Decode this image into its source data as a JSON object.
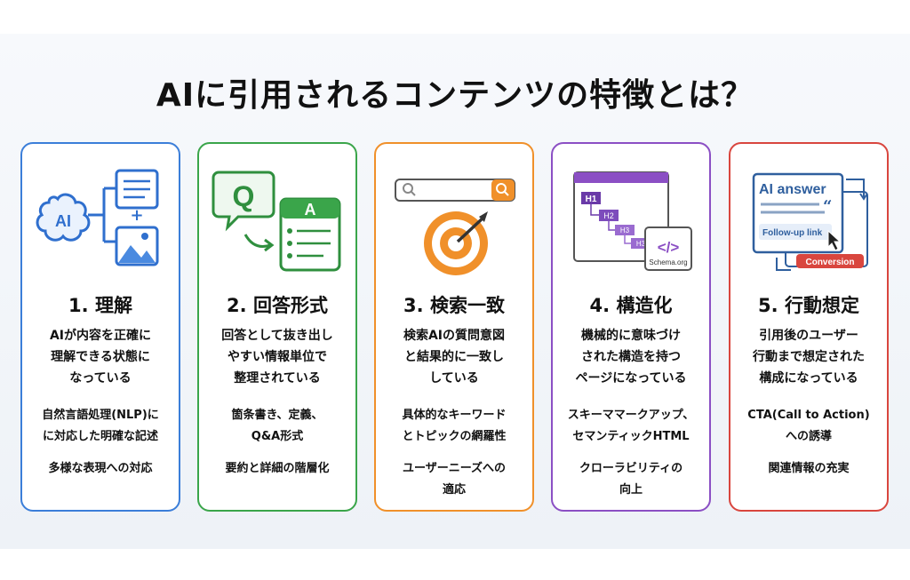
{
  "title": "AIに引用されるコンテンツの特徴とは？",
  "cards": [
    {
      "heading": "1. 理解",
      "desc1": [
        "AIが内容を正確に",
        "理解できる状態に",
        "なっている"
      ],
      "desc2": [
        "自然言語処理(NLP)に",
        "に対応した明確な記述"
      ],
      "desc3": [
        "多様な表現への対応"
      ],
      "icon_text": "AI",
      "color": "#3b7ed9",
      "icons": [
        "brain-ai-icon",
        "document-icon",
        "plus-icon",
        "image-icon"
      ]
    },
    {
      "heading": "2. 回答形式",
      "desc1": [
        "回答として抜き出し",
        "やすい情報単位で",
        "整理されている"
      ],
      "desc2": [
        "箇条書き、定義、",
        "Q&A形式"
      ],
      "desc3": [
        "要約と詳細の階層化"
      ],
      "icon_q": "Q",
      "icon_a": "A",
      "color": "#3aa54a",
      "icons": [
        "question-bubble-icon",
        "answer-bubble-icon",
        "arrow-icon"
      ]
    },
    {
      "heading": "3. 検索一致",
      "desc1": [
        "検索AIの質問意図",
        "と結果的に一致し",
        "している"
      ],
      "desc2": [
        "具体的なキーワード",
        "とトピックの網羅性"
      ],
      "desc3": [
        "ユーザーニーズへの",
        "適応"
      ],
      "color": "#f0902a",
      "icons": [
        "search-bar-icon",
        "target-icon"
      ]
    },
    {
      "heading": "4. 構造化",
      "desc1": [
        "機械的に意味づけ",
        "された構造を持つ",
        "ページになっている"
      ],
      "desc2": [
        "スキーママークアップ、",
        "セマンティックHTML"
      ],
      "desc3": [
        "クローラビリティの",
        "向上"
      ],
      "icon_h": [
        "H1",
        "H2",
        "H3",
        "H3"
      ],
      "icon_code": "</>",
      "icon_schema": "Schema.org",
      "color": "#8b4fc4",
      "icons": [
        "heading-structure-icon",
        "code-schema-icon"
      ]
    },
    {
      "heading": "5. 行動想定",
      "desc1": [
        "引用後のユーザー",
        "行動まで想定された",
        "構成になっている"
      ],
      "desc2": [
        "CTA(Call to Action)",
        "への誘導"
      ],
      "desc3": [
        "関連情報の充実"
      ],
      "icon_answer": "AI answer",
      "icon_quote": "“",
      "icon_follow": "Follow-up link",
      "icon_conversion": "Conversion",
      "color": "#d9463e",
      "icons": [
        "answer-card-icon",
        "cursor-icon",
        "conversion-button-icon"
      ]
    }
  ]
}
